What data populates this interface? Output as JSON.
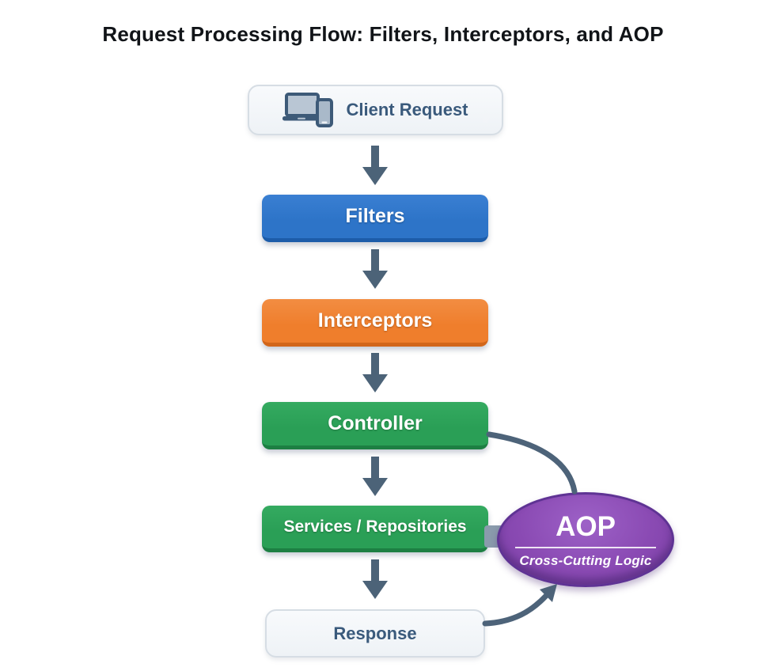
{
  "title": "Request Processing Flow: Filters, Interceptors, and AOP",
  "flow": {
    "client": {
      "label": "Client Request",
      "icon": "laptop-phone-icon"
    },
    "filters": {
      "label": "Filters",
      "color": "#2d74c8"
    },
    "interceptors": {
      "label": "Interceptors",
      "color": "#f0812f"
    },
    "controller": {
      "label": "Controller",
      "color": "#2aa057"
    },
    "services": {
      "label": "Services / Repositories",
      "color": "#2aa057"
    },
    "response": {
      "label": "Response"
    }
  },
  "aop": {
    "label": "AOP",
    "sublabel": "Cross-Cutting Logic",
    "color": "#8a4ab3"
  },
  "colors": {
    "arrow_slate": "#4c6378",
    "blue": "#2d74c8",
    "orange": "#f0812f",
    "green": "#2aa057",
    "purple": "#8a4ab3",
    "light_box_text": "#3a5a7c",
    "title_text": "#111418"
  }
}
